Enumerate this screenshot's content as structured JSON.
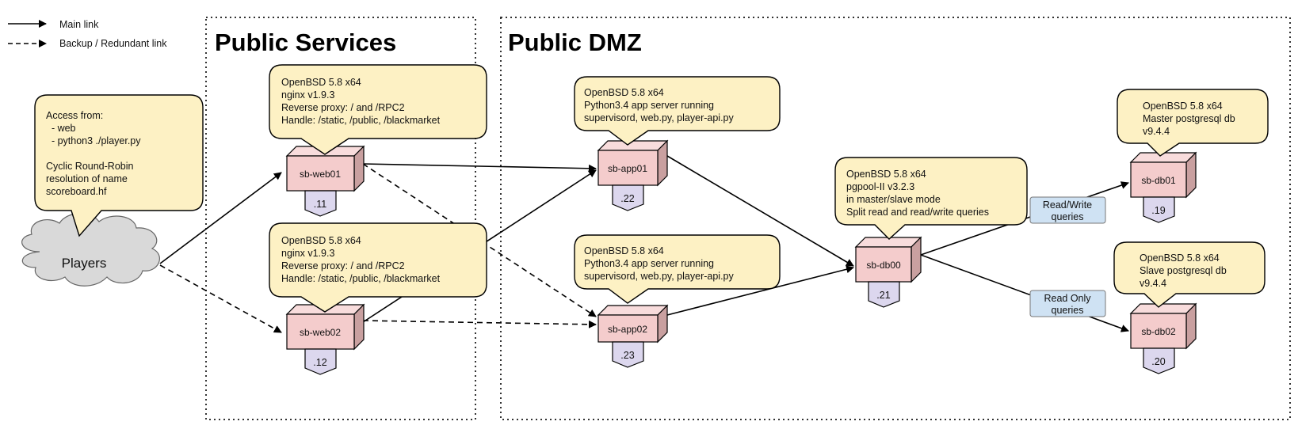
{
  "legend": {
    "main": "Main link",
    "backup": "Backup / Redundant link"
  },
  "zones": {
    "services": "Public Services",
    "dmz": "Public DMZ"
  },
  "players": {
    "label": "Players",
    "note": [
      "Access from:",
      "  - web",
      "  - python3 ./player.py",
      "",
      "Cyclic Round-Robin",
      "resolution of name",
      "scoreboard.hf"
    ]
  },
  "nodes": {
    "web01": {
      "name": "sb-web01",
      "ip": ".11",
      "info": [
        "OpenBSD 5.8 x64",
        "nginx v1.9.3",
        "Reverse proxy: / and /RPC2",
        "Handle: /static, /public, /blackmarket"
      ]
    },
    "web02": {
      "name": "sb-web02",
      "ip": ".12",
      "info": [
        "OpenBSD 5.8 x64",
        "nginx v1.9.3",
        "Reverse proxy: / and /RPC2",
        "Handle: /static, /public, /blackmarket"
      ]
    },
    "app01": {
      "name": "sb-app01",
      "ip": ".22",
      "info": [
        "OpenBSD 5.8 x64",
        "Python3.4 app server running",
        "supervisord, web.py, player-api.py"
      ]
    },
    "app02": {
      "name": "sb-app02",
      "ip": ".23",
      "info": [
        "OpenBSD 5.8 x64",
        "Python3.4 app server running",
        "supervisord, web.py, player-api.py"
      ]
    },
    "db00": {
      "name": "sb-db00",
      "ip": ".21",
      "info": [
        "OpenBSD 5.8 x64",
        "pgpool-II v3.2.3",
        "in master/slave mode",
        "Split read and read/write queries"
      ]
    },
    "db01": {
      "name": "sb-db01",
      "ip": ".19",
      "info": [
        "OpenBSD 5.8 x64",
        "Master postgresql db",
        "v9.4.4"
      ]
    },
    "db02": {
      "name": "sb-db02",
      "ip": ".20",
      "info": [
        "OpenBSD 5.8 x64",
        "Slave postgresql db",
        "v9.4.4"
      ]
    }
  },
  "link_labels": {
    "rw": [
      "Read/Write",
      "queries"
    ],
    "ro": [
      "Read Only",
      "queries"
    ]
  },
  "colors": {
    "bubble_fill": "#fdf1c4",
    "node_front": "#f4cccc",
    "node_top": "#f8dcdc",
    "node_side": "#c9a0a0",
    "ip_fill": "#dcd7ee",
    "label_fill": "#cfe2f3",
    "cloud_fill": "#d9d9d9"
  }
}
